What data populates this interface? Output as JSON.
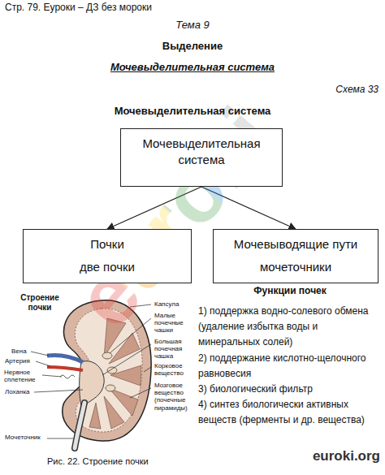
{
  "diagram": {
    "title": "Мочевыделительная система",
    "caption": "Рис. 22. Строение почки",
    "nodes": [
      {
        "text": [
          "Мочевыделительная система"
        ]
      },
      {
        "text": [
          "Почки",
          "две почки"
        ]
      },
      {
        "text": [
          "Мочевыводящие пути",
          "мочеточники"
        ]
      }
    ],
    "edges": [
      {
        "from": 0,
        "to": 1,
        "arrow": "to"
      },
      {
        "from": 0,
        "to": 2,
        "arrow": "to"
      }
    ],
    "labels": [
      "Стр. 79. Еуроки – ДЗ без мороки",
      "Тема 9",
      "Выделение",
      "Мочевыделительная система",
      "Схема 33",
      "Строение почки",
      "Капсула",
      "Малые почечные чашки",
      "Вена",
      "Артерия",
      "Большая почечная чашка",
      "Нервное сплетение",
      "Корковое вещество",
      "Лоханка",
      "Мозговое вещество (почечные пирамиды)",
      "Мочеточник",
      "Функции почек",
      "1) поддержка водно-солевого обмена (удаление избытка воды и минеральных солей)",
      "2) поддержание кислотно-щелочного равновесия",
      "3) биологический фильтр",
      "4) синтез биологически активных веществ (ферменты и др. вещества)",
      "euroki",
      "euroki.org"
    ]
  }
}
